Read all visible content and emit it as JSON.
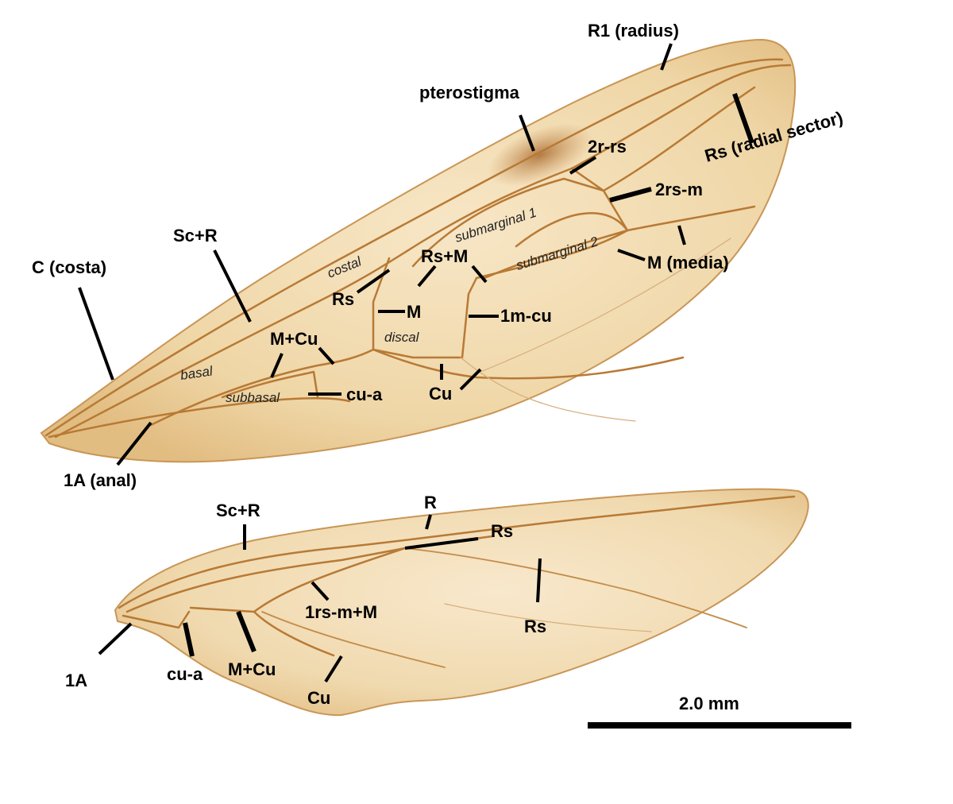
{
  "forewing": {
    "labels": {
      "r1": "R1 (radius)",
      "pterostigma": "pterostigma",
      "rs": "Rs (radial sector)",
      "r2rs": "2r-rs",
      "rs2m": "2rs-m",
      "sc_r": "Sc+R",
      "c": "C (costa)",
      "rs_m": "Rs+M",
      "rs_left": "Rs",
      "m": "M",
      "m1cu": "1m-cu",
      "m_media": "M (media)",
      "m_cu": "M+Cu",
      "cu_a": "cu-a",
      "cu": "Cu",
      "a1": "1A (anal)"
    },
    "cells": {
      "costal": "costal",
      "submarginal1": "submarginal 1",
      "submarginal2": "submarginal 2",
      "discal": "discal",
      "basal": "basal",
      "subbasal": "subbasal"
    }
  },
  "hindwing": {
    "labels": {
      "sc_r": "Sc+R",
      "r": "R",
      "rs_top": "Rs",
      "rs_bottom": "Rs",
      "rs_m": "1rs-m+M",
      "a1": "1A",
      "cu_a": "cu-a",
      "m_cu": "M+Cu",
      "cu": "Cu"
    }
  },
  "scale": {
    "label": "2.0 mm"
  },
  "colors": {
    "wing_membrane": "#efd7a8",
    "vein": "#b87a35",
    "pterostigma": "#b57a3e"
  }
}
